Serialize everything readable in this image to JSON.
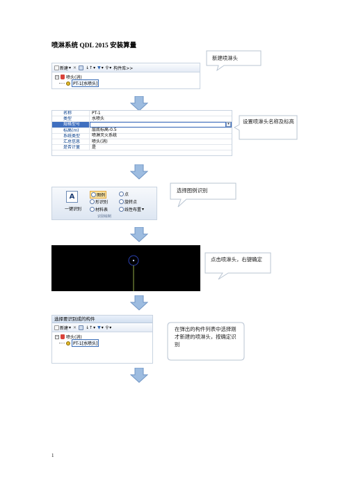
{
  "title": "喷淋系统 QDL 2015 安装算量",
  "page_number": "1",
  "toolbar": {
    "new_label": "新建",
    "library_label": "构件库>>"
  },
  "tree1": {
    "root_label": "喷头(消)",
    "child_label": "PT-1[水喷头]"
  },
  "properties": {
    "rows": [
      {
        "key": "名称",
        "value": "PT-1"
      },
      {
        "key": "类型",
        "value": "水喷头"
      },
      {
        "key": "规格型号",
        "value": ""
      },
      {
        "key": "标高(m)",
        "value": "层底标高-0.5"
      },
      {
        "key": "系统类型",
        "value": "喷淋灭火系统"
      },
      {
        "key": "汇总信息",
        "value": "喷头(消)"
      },
      {
        "key": "是否计量",
        "value": "是"
      }
    ]
  },
  "ribbon": {
    "one_click_label": "一键识别",
    "legend_label": "图例",
    "shape_label": "形识别",
    "material_label": "材料表",
    "point_label": "点",
    "rotate_point_label": "旋转点",
    "along_line_label": "线性布置",
    "group_label": "识别绘制"
  },
  "dialog": {
    "title": "选择要识别成的构件",
    "new_label": "新建",
    "root_label": "喷头(消)",
    "child_label": "PT-1[水喷头]"
  },
  "callouts": {
    "step1": "新建喷淋头",
    "step2": "设置喷淋头名称及标高",
    "step3": "选择图例识别",
    "step4": "点击喷淋头，右键确定",
    "step5": "在弹出的构件列表中选择刚才新建的喷淋头，按确定识别"
  },
  "colors": {
    "arrow_fill": "#9dbce0",
    "arrow_stroke": "#6f94c4",
    "callout_fill": "#ffffff",
    "callout_stroke": "#b8c4d2",
    "highlight": "#3f6fbf"
  }
}
